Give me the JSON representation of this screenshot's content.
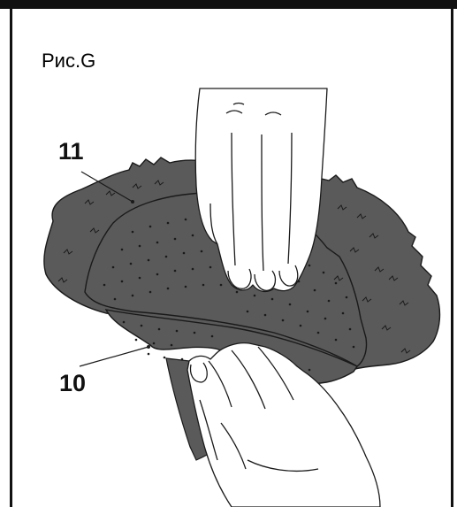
{
  "figure": {
    "caption": "Рис.G",
    "callouts": [
      {
        "label": "11"
      },
      {
        "label": "10"
      }
    ]
  },
  "colors": {
    "pad_fill": "#5a5a5a",
    "outline": "#1a1a1a",
    "hand_fill": "#ffffff",
    "dot": "#1a1a1a"
  },
  "icons": {
    "hand_top": "hand-pressing-icon",
    "hand_bottom": "hand-holding-icon",
    "fabric": "fabric-pad-icon"
  }
}
